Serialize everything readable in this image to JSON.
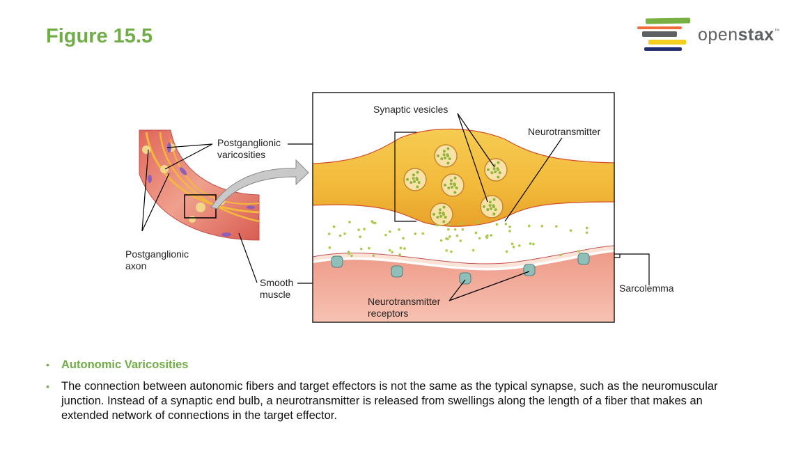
{
  "slide": {
    "title": "Figure 15.5"
  },
  "logo": {
    "word_light": "open",
    "word_bold": "stax",
    "tm": "™",
    "colors": [
      "#78b043",
      "#f26b3a",
      "#5f6062",
      "#f5cf1d",
      "#232c6e"
    ]
  },
  "figure": {
    "labels": {
      "postganglionic_varicosities_1": "Postganglionic",
      "postganglionic_varicosities_2": "varicosities",
      "postganglionic_axon_1": "Postganglionic",
      "postganglionic_axon_2": "axon",
      "smooth_muscle_1": "Smooth",
      "smooth_muscle_2": "muscle",
      "synaptic_vesicles": "Synaptic vesicles",
      "neurotransmitter": "Neurotransmitter",
      "receptors_1": "Neurotransmitter",
      "receptors_2": "receptors",
      "sarcolemma": "Sarcolemma"
    }
  },
  "bullets": [
    {
      "text": "Autonomic Varicosities"
    },
    {
      "text": "The connection between autonomic fibers and target effectors is not the same as the typical synapse, such as the neuromuscular junction. Instead of a synaptic end bulb, a neurotransmitter is released from swellings along the length of a fiber that makes an extended network of connections in the target effector."
    }
  ]
}
